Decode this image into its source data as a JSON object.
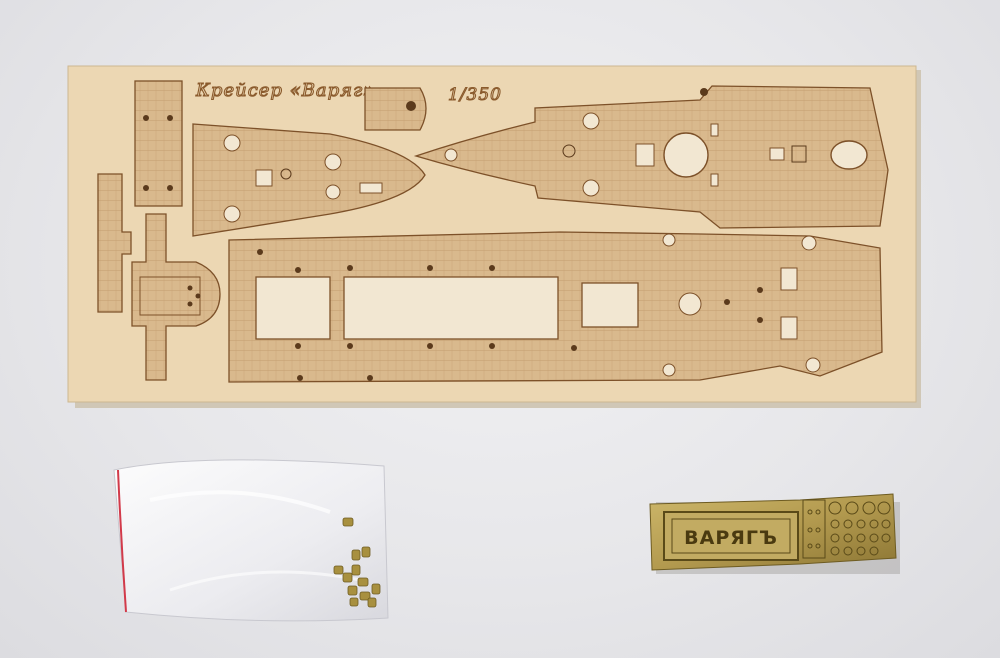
{
  "photo": {
    "colors": {
      "background": "#e8e8eb",
      "plywood": "#ecd7b3",
      "deck_part": "#d9b98d",
      "engraving": "#8a5a2c",
      "brass": "#b9a25a",
      "brass_dark": "#7d6a2a",
      "bag": "#f3f3f5",
      "bag_seal": "#d23a4a"
    },
    "wood_sheet": {
      "title_text": "Крейсер «Варяг»",
      "scale_text": "1/350"
    },
    "brass_fret": {
      "nameplate_text": "ВАРЯГЪ"
    },
    "parts_bag": {
      "item_count": 12
    }
  }
}
